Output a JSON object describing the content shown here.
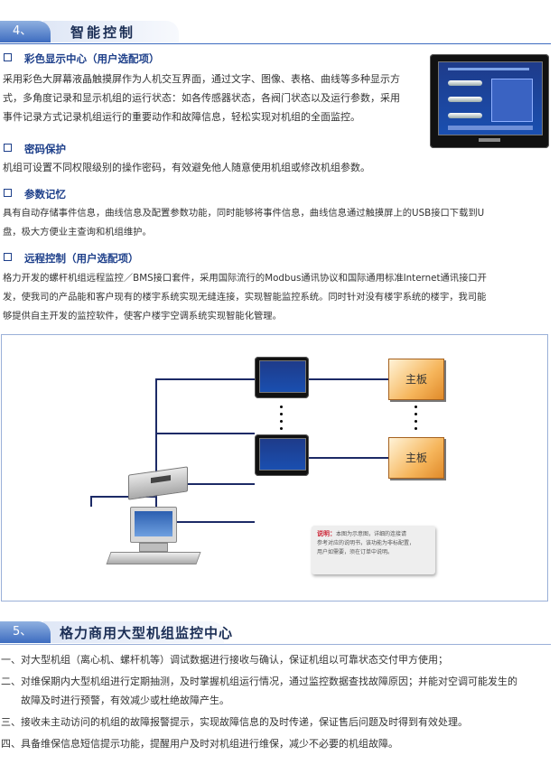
{
  "section4": {
    "number": "4、",
    "title": "智能控制",
    "sub1": {
      "title": "彩色显示中心（用户选配项）",
      "lines": [
        "采用彩色大屏幕液晶触摸屏作为人机交互界面，通过文字、图像、表格、曲线等多种显示方",
        "式，多角度记录和显示机组的运行状态：如各传感器状态，各阀门状态以及运行参数，采用",
        "事件记录方式记录机组运行的重要动作和故障信息，轻松实现对机组的全面监控。"
      ]
    },
    "sub2": {
      "title": "密码保护",
      "lines": [
        "机组可设置不同权限级别的操作密码，有效避免他人随意使用机组或修改机组参数。"
      ]
    },
    "sub3": {
      "title": "参数记忆",
      "lines": [
        "具有自动存储事件信息，曲线信息及配置参数功能，同时能够将事件信息，曲线信息通过触摸屏上的USB接口下载到U",
        "盘，极大方便业主查询和机组维护。"
      ]
    },
    "sub4": {
      "title": "远程控制（用户选配项）",
      "lines": [
        "格力开发的螺杆机组远程监控／BMS接口套件，采用国际流行的Modbus通讯协议和国际通用标准Internet通讯接口开",
        "发，使我司的产品能和客户现有的楼宇系统实现无缝连接，实现智能监控系统。同时针对没有楼宇系统的楼宇，我司能",
        "够提供自主开发的监控软件，使客户楼宇空调系统实现智能化管理。"
      ]
    }
  },
  "diagram": {
    "board_label_1": "主板",
    "board_label_2": "主板",
    "note_title": "说明：",
    "note_lines": [
      "本图为示意图，详细的连接请",
      "参考对应的说明书，该功能为非标配置，",
      "用户如需要，须在订单中说明。"
    ]
  },
  "section5": {
    "number": "5、",
    "title": "格力商用大型机组监控中心",
    "items": [
      "一、对大型机组（离心机、螺杆机等）调试数据进行接收与确认，保证机组以可靠状态交付甲方使用；",
      "二、对维保期内大型机组进行定期抽测，及时掌握机组运行情况，通过监控数据查找故障原因；并能对空调可能发生的",
      "故障及时进行预警，有效减少或杜绝故障产生。",
      "三、接收未主动访问的机组的故障报警提示，实现故障信息的及时传递，保证售后问题及时得到有效处理。",
      "四、具备维保信息短信提示功能，提醒用户及时对机组进行维保，减少不必要的机组故障。"
    ]
  },
  "colors": {
    "accent": "#3d6cc0",
    "heading": "#1d3f8a",
    "board": "#f6b65c"
  }
}
